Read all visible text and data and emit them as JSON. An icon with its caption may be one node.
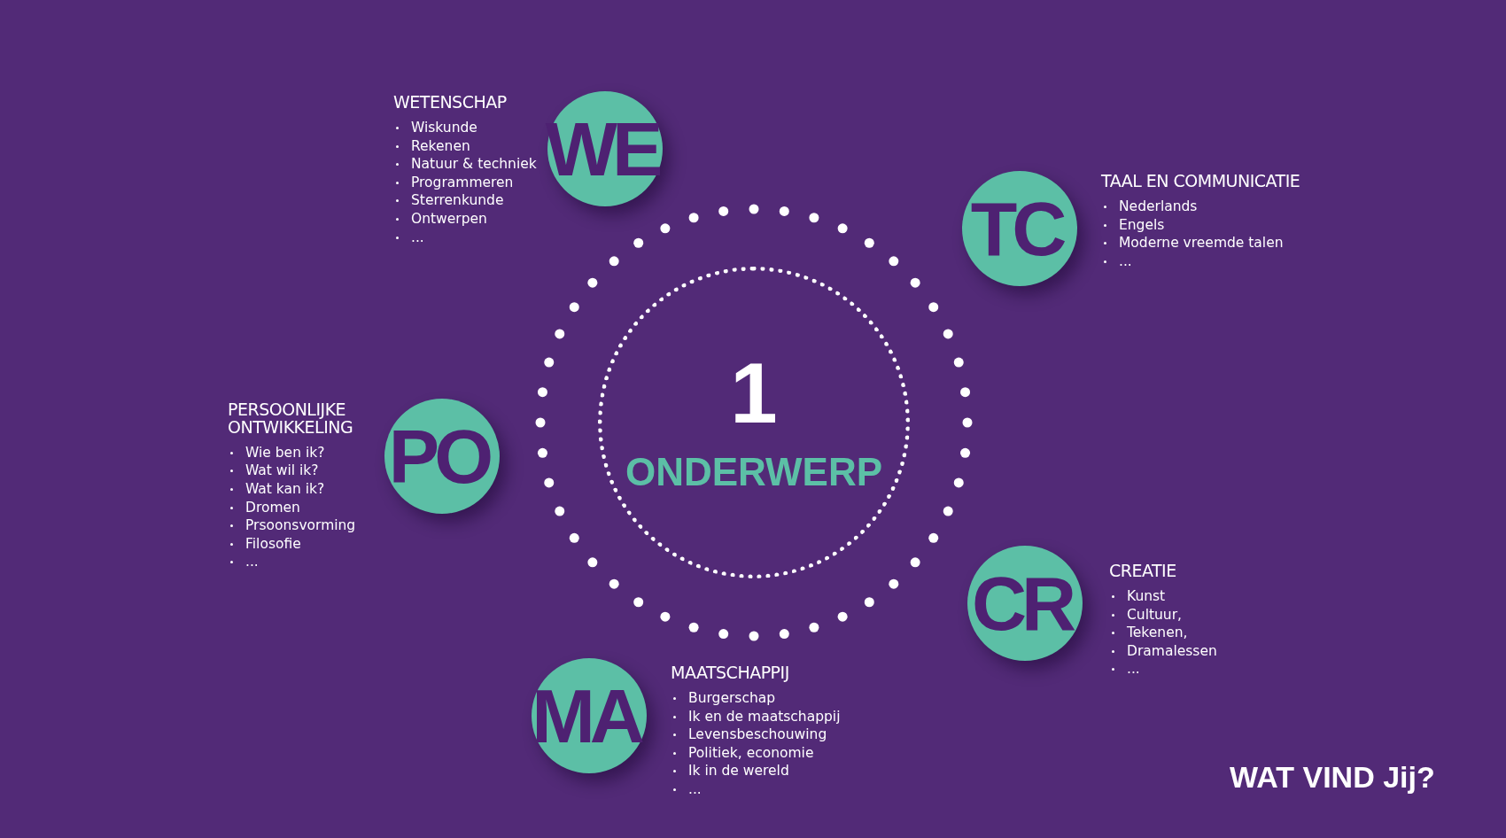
{
  "diagram": {
    "nodes": [
      {
        "text": [
          "WE"
        ],
        "beside": [
          "WETENSCHAP",
          "Wiskunde",
          "Rekenen",
          "Natuur & techniek",
          "Programmeren",
          "Sterrenkunde",
          "Ontwerpen",
          "..."
        ]
      },
      {
        "text": [
          "TC"
        ],
        "beside": [
          "TAAL EN COMMUNICATIE",
          "Nederlands",
          "Engels",
          "Moderne vreemde talen",
          "..."
        ]
      },
      {
        "text": [
          "1",
          "ONDERWERP"
        ]
      },
      {
        "text": [
          "PO"
        ],
        "beside": [
          "PERSOONLIJKE ONTWIKKELING",
          "Wie ben ik?",
          "Wat wil ik?",
          "Wat kan ik?",
          "Dromen",
          "Prsoonsvorming",
          "Filosofie",
          "..."
        ]
      },
      {
        "text": [
          "CR"
        ],
        "beside": [
          "CREATIE",
          "Kunst",
          "Cultuur,",
          "Tekenen,",
          "Dramalessen",
          "..."
        ]
      },
      {
        "text": [
          "MA"
        ],
        "beside": [
          "MAATSCHAPPIJ",
          "Burgerschap",
          "Ik en de maatschappij",
          "Levensbeschouwing",
          "Politiek, economie",
          "Ik in de wereld",
          "..."
        ]
      }
    ],
    "labels": [
      "WAT VIND Jij?"
    ]
  }
}
